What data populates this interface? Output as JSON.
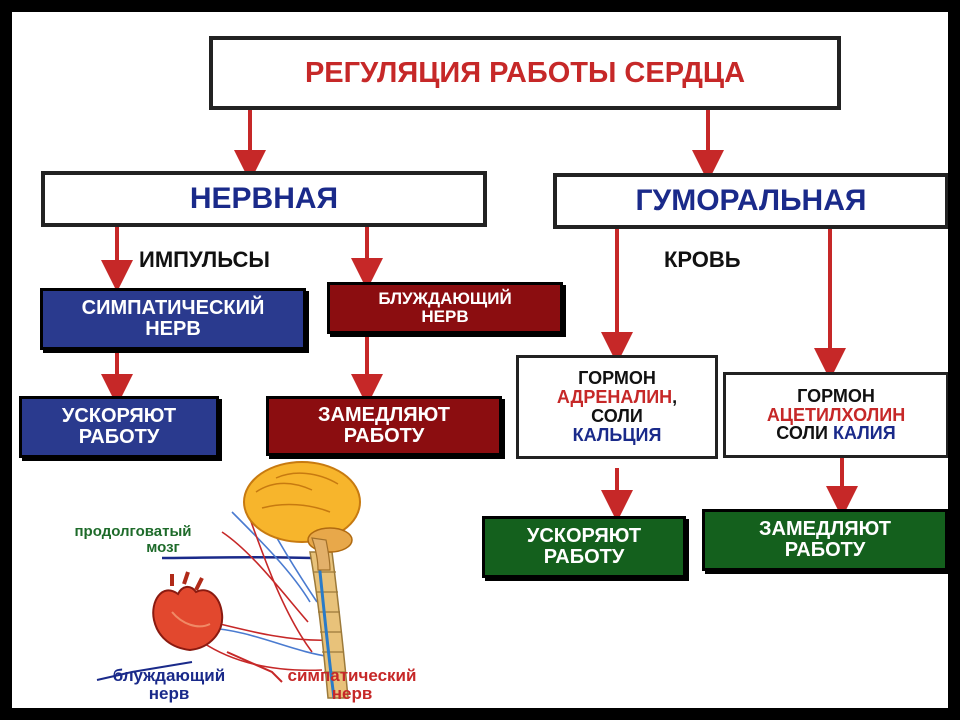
{
  "title": "РЕГУЛЯЦИЯ РАБОТЫ СЕРДЦА",
  "nervous": {
    "label": "НЕРВНАЯ",
    "impulses": "ИМПУЛЬСЫ",
    "sympathetic": [
      "СИМПАТИЧЕСКИЙ",
      "НЕРВ"
    ],
    "vagus": [
      "БЛУЖДАЮЩИЙ",
      "НЕРВ"
    ],
    "speed_up": [
      "УСКОРЯЮТ",
      "РАБОТУ"
    ],
    "slow_down": [
      "ЗАМЕДЛЯЮТ",
      "РАБОТУ"
    ]
  },
  "humoral": {
    "label": "ГУМОРАЛЬНАЯ",
    "blood": "КРОВЬ",
    "hormone1": {
      "line1": "ГОРМОН",
      "line2_red": "АДРЕНАЛИН",
      "line2_suffix": ",",
      "line3": "СОЛИ",
      "line4_blue": "КАЛЬЦИЯ"
    },
    "hormone2": {
      "line1": "ГОРМОН",
      "line2_red": "АЦЕТИЛХОЛИН",
      "line3_prefix": "СОЛИ ",
      "line3_blue": "КАЛИЯ"
    },
    "speed_up": [
      "УСКОРЯЮТ",
      "РАБОТУ"
    ],
    "slow_down": [
      "ЗАМЕДЛЯЮТ",
      "РАБОТУ"
    ]
  },
  "illustration": {
    "medulla": [
      "продолговатый",
      "мозг"
    ],
    "vagus": [
      "блуждающий",
      "нерв"
    ],
    "sympathetic": [
      "симпатический",
      "нерв"
    ]
  },
  "colors": {
    "arrow": "#c62828",
    "dark_blue": "#2a3a8e",
    "dark_red": "#8b0d10",
    "dark_green": "#14601d",
    "green_label": "#1e6b2a",
    "nerve_blue": "#1a2a8a",
    "nerve_red": "#c62828"
  }
}
